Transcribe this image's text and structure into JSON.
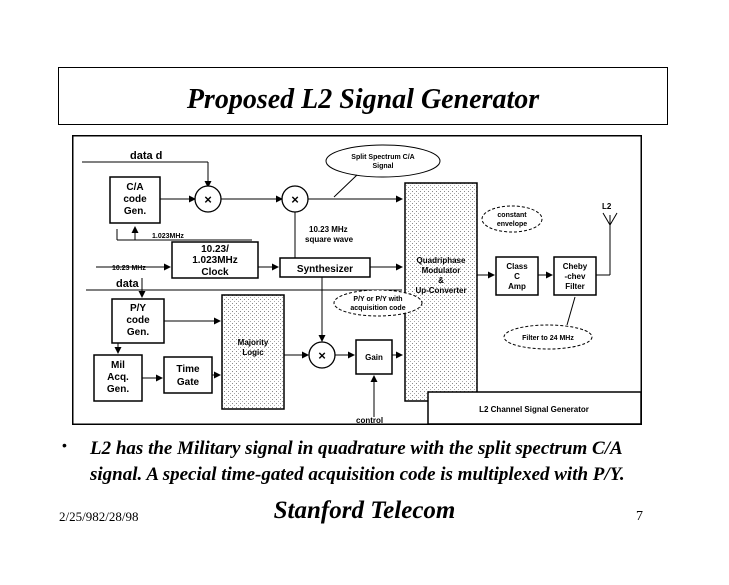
{
  "slide": {
    "title": "Proposed L2 Signal Generator",
    "caption_line1": "L2 has the Military signal in quadrature with the split spectrum C/A",
    "caption_line2": "signal. A special time-gated acquisition code is multiplexed with P/Y.",
    "footer_date": "2/25/982/28/98",
    "footer_org": "Stanford Telecom",
    "page_number": "7"
  },
  "diagram": {
    "data_d": "data d",
    "ca_line1": "C/A",
    "ca_line2": "code",
    "ca_line3": "Gen.",
    "mult_symbol": "×",
    "split_line1": "Split Spectrum C/A",
    "split_line2": "Signal",
    "freq_1023": "1.023MHz",
    "freq_10_23_a": "10.23 MHz",
    "square_wave": "square wave",
    "clock_line1": "10.23/",
    "clock_line2": "1.023MHz",
    "clock_line3": "Clock",
    "freq_10_23_in": "10.23 MHz",
    "data_label": "data",
    "synthesizer": "Synthesizer",
    "quad_line1": "Quadriphase",
    "quad_line2": "Modulator",
    "quad_line3": "&",
    "quad_line4": "Up-Converter",
    "const_line1": "constant",
    "const_line2": "envelope",
    "classc_line1": "Class",
    "classc_line2": "C",
    "classc_line3": "Amp",
    "cheby_line1": "Cheby",
    "cheby_line2": "-chev",
    "cheby_line3": "Filter",
    "l2_out": "L2",
    "py_line1": "P/Y",
    "py_line2": "code",
    "py_line3": "Gen.",
    "majority_line1": "Majority",
    "majority_line2": "Logic",
    "pycode_line1": "P/Y or P/Y with",
    "pycode_line2": "acquisition code",
    "gain": "Gain",
    "filter_note": "Filter to 24 MHz",
    "mil_line1": "Mil",
    "mil_line2": "Acq.",
    "mil_line3": "Gen.",
    "tg_line1": "Time",
    "tg_line2": "Gate",
    "control": "control",
    "channel_label": "L2 Channel Signal Generator"
  }
}
